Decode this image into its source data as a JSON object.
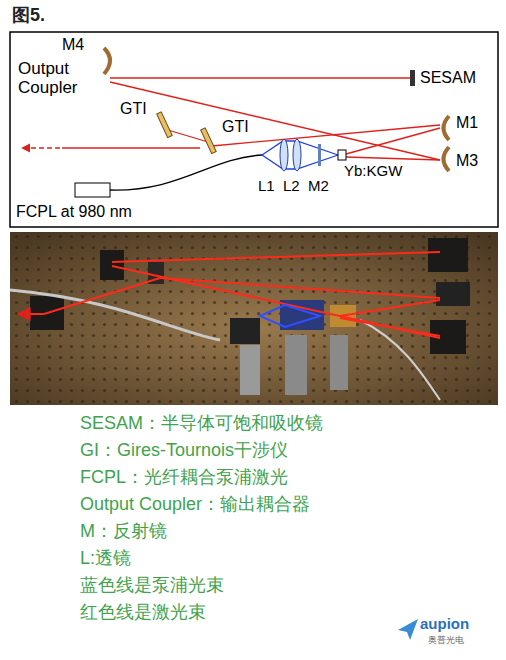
{
  "diagram": {
    "title": "图5.",
    "labels": [
      "M4",
      "Output Coupler",
      "SESAM",
      "GTI",
      "GTI",
      "M1",
      "M3",
      "Yb:KGW",
      "L1",
      "L2",
      "M2",
      "FCPL at 980 nm",
      "SESAM：半导体可饱和吸收镜",
      "GI：Gires-Tournois干涉仪",
      "FCPL：光纤耦合泵浦激光",
      "Output Coupler：输出耦合器",
      "M：反射镜",
      "L:透镜",
      "蓝色线是泵浦光束",
      "红色线是激光束",
      "aupion",
      "奥普光电"
    ]
  }
}
